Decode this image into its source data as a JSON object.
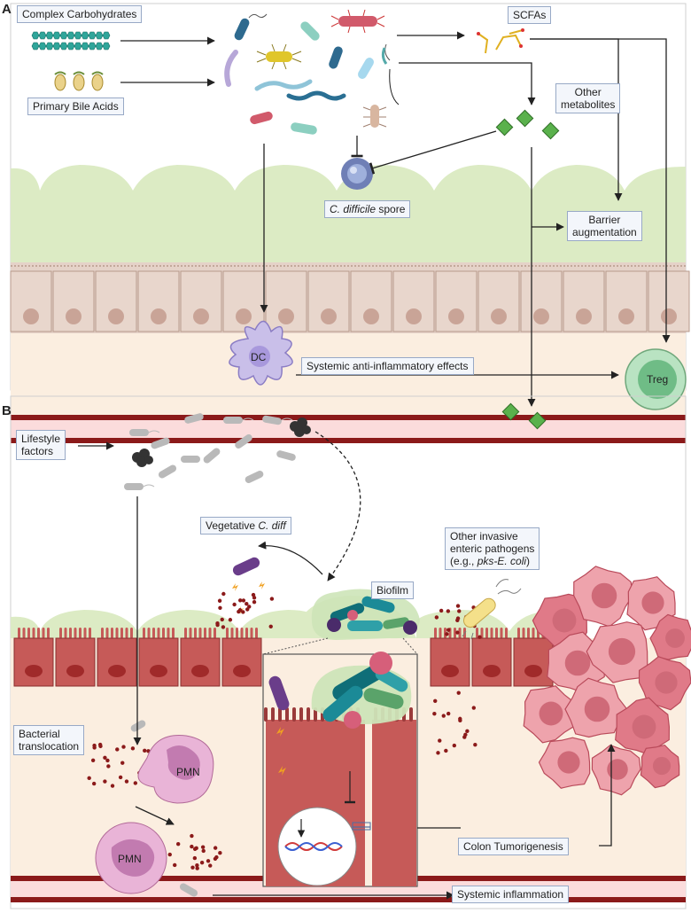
{
  "panel_a": {
    "letter": "A",
    "labels": {
      "complex_carbohydrates": "Complex Carbohydrates",
      "primary_bile_acids": "Primary Bile Acids",
      "scfas": "SCFAs",
      "other_metabolites_1": "Other",
      "other_metabolites_2": "metabolites",
      "c_difficile_italic": "C. difficile",
      "c_difficile_rest": " spore",
      "barrier_1": "Barrier",
      "barrier_2": "augmentation",
      "dc": "DC",
      "treg": "Treg",
      "systemic_anti": "Systemic anti-inflammatory effects"
    }
  },
  "panel_b": {
    "letter": "B",
    "labels": {
      "lifestyle_1": "Lifestyle",
      "lifestyle_2": "factors",
      "vegetative_plain": "Vegetative ",
      "vegetative_italic": "C. diff",
      "biofilm": "Biofilm",
      "other_invasive_1": "Other invasive",
      "other_invasive_2": "enteric pathogens",
      "other_invasive_3_plain": "(e.g., ",
      "other_invasive_3_italic": "pks-E. coli",
      "other_invasive_3_end": ")",
      "translocation_1": "Bacterial",
      "translocation_2": "translocation",
      "pmn_1": "PMN",
      "pmn_2": "PMN",
      "colon_tumorigenesis": "Colon Tumorigenesis",
      "systemic_inflammation": "Systemic inflammation"
    }
  },
  "colors": {
    "mucus": "#dcebc4",
    "epithelium_a": "#e5d2c8",
    "lamina": "#fbeee0",
    "vessel": "#8b1a1a",
    "vessel_lumen": "#fbdcdc",
    "epithelium_b": "#c65a58",
    "label_border": "#98a9c6",
    "metabolite": "#5ab14c",
    "dc": "#c9bfe9",
    "treg": "#8ccf9b",
    "pmn": "#d98bbf",
    "tumor": "#e98f9a",
    "biofilm": "#0f6e78"
  }
}
